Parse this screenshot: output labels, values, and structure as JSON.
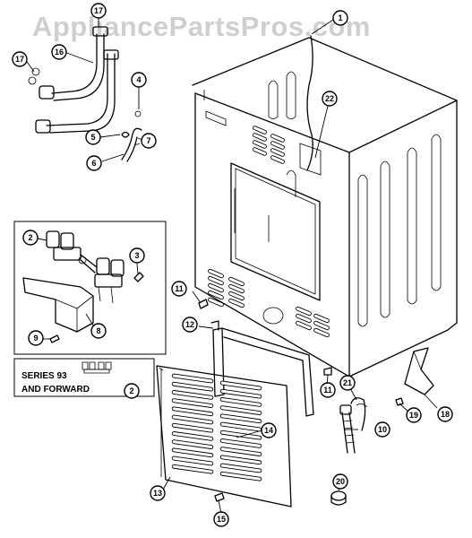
{
  "watermark": "AppliancePartsPros.com",
  "inset": {
    "series_line1": "SERIES 93",
    "series_line2": "AND FORWARD",
    "series_callout": "2"
  },
  "callouts": {
    "c1": "1",
    "c2": "2",
    "c3": "3",
    "c4": "4",
    "c5": "5",
    "c6": "6",
    "c7": "7",
    "c8": "8",
    "c9": "9",
    "c10": "10",
    "c11a": "11",
    "c11b": "11",
    "c12": "12",
    "c13": "13",
    "c14": "14",
    "c15": "15",
    "c16": "16",
    "c17a": "17",
    "c17b": "17",
    "c18": "18",
    "c19": "19",
    "c20": "20",
    "c21": "21",
    "c22": "22"
  }
}
